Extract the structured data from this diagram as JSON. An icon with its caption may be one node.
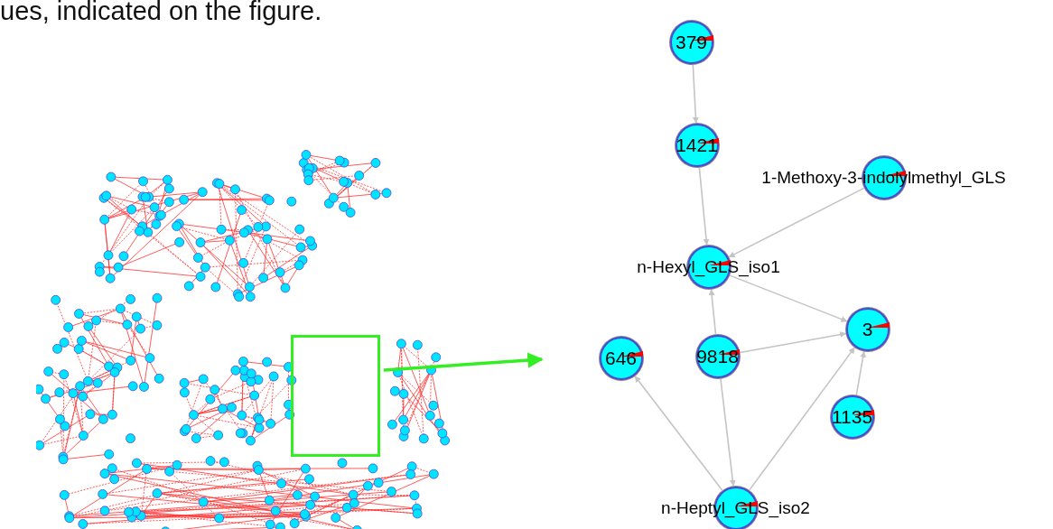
{
  "diagram": {
    "nodes": [
      {
        "text": [
          "379"
        ]
      },
      {
        "text": [
          "1421"
        ]
      },
      {
        "text": [
          "1-Methoxy-3-indolylmethyl_GLS"
        ]
      },
      {
        "text": [
          "n-Hexyl_GLS_iso1"
        ]
      },
      {
        "text": [
          "3"
        ]
      },
      {
        "text": [
          "646"
        ]
      },
      {
        "text": [
          "9818"
        ]
      },
      {
        "text": [
          "1135"
        ]
      },
      {
        "text": [
          "n-Heptyl_GLS_iso2"
        ]
      },
      {
        "text": [],
        "shape": "picture"
      },
      {
        "text": [],
        "shape": "box",
        "in": 9
      }
    ],
    "edges": [
      {
        "from": 0,
        "to": 1,
        "arrow": "to"
      },
      {
        "from": 1,
        "to": 3,
        "arrow": "to"
      },
      {
        "from": 2,
        "to": 3,
        "arrow": "to"
      },
      {
        "from": 3,
        "to": 4,
        "arrow": "to"
      },
      {
        "from": 6,
        "to": 3,
        "arrow": "to"
      },
      {
        "from": 6,
        "to": 4,
        "arrow": "to"
      },
      {
        "from": 6,
        "to": 8,
        "arrow": "to"
      },
      {
        "from": 8,
        "to": 5,
        "arrow": "to"
      },
      {
        "from": 8,
        "to": 4,
        "arrow": "to"
      },
      {
        "from": 7,
        "to": 4,
        "arrow": "to"
      },
      {
        "from": 10,
        "to": null,
        "arrow": "to",
        "style": "thick",
        "color": "#33ee22"
      }
    ],
    "labels": [
      "ues, indicated on the figure."
    ]
  }
}
